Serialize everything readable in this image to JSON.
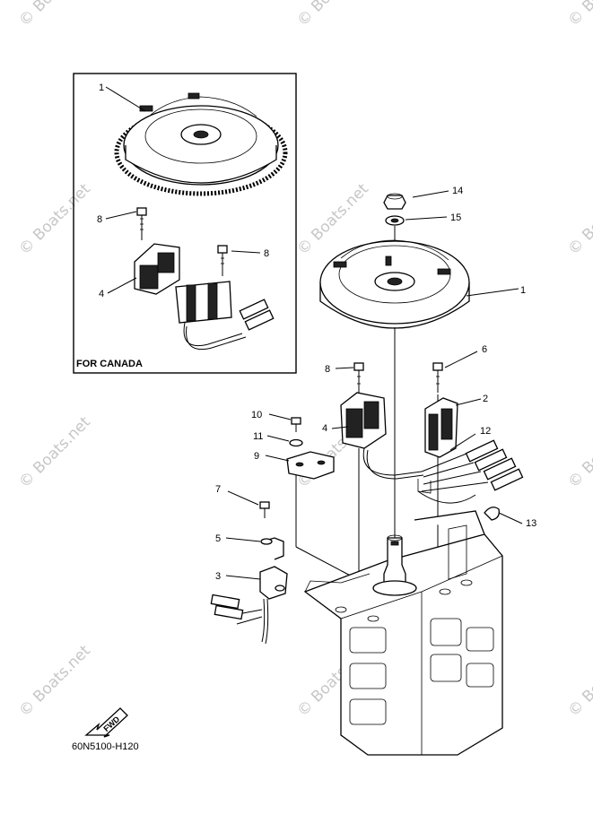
{
  "diagram": {
    "inset_caption": "FOR CANADA",
    "figure_code": "60N5100-H120",
    "fwd_arrow_label": "FWD",
    "watermark_text": "© Boats.net",
    "callouts": {
      "inset_flywheel": "1",
      "inset_bolt_top": "8",
      "inset_bolt_right": "8",
      "inset_coil": "4",
      "nut": "14",
      "washer": "15",
      "flywheel": "1",
      "bolt_6": "6",
      "pulser_coil": "2",
      "bolt_8": "8",
      "charge_coil": "4",
      "screw_10": "10",
      "washer_11": "11",
      "holder_9": "9",
      "lead_12": "12",
      "plug_13": "13",
      "screw_7": "7",
      "clamp_5": "5",
      "rectifier_3": "3"
    }
  },
  "colors": {
    "line": "#000000",
    "watermark": "#c7c7c7",
    "background": "#ffffff"
  }
}
